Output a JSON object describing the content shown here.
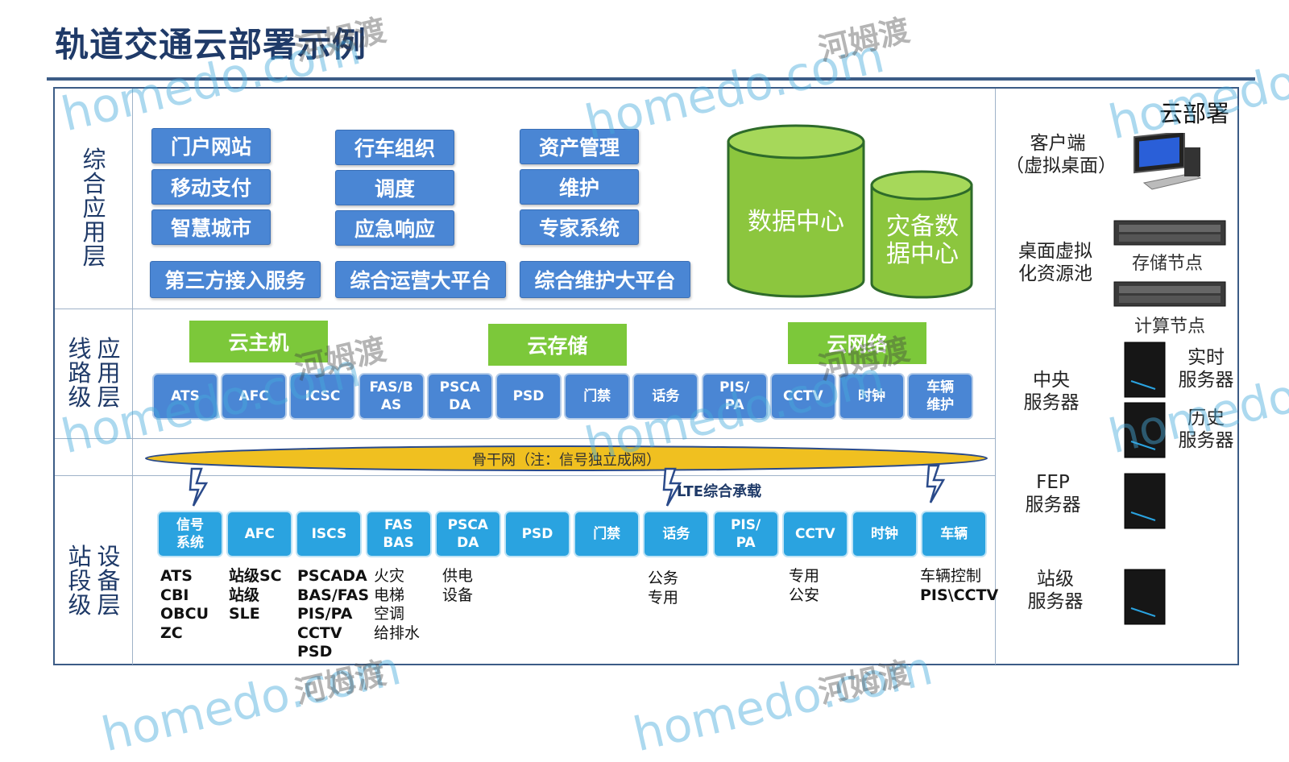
{
  "title": "轨道交通云部署示例",
  "layers": {
    "app": "综合应用层",
    "line_left": "线路级",
    "line_right": "应用层",
    "station_left": "站段级",
    "station_right": "设备层"
  },
  "apps": {
    "col1": [
      "门户网站",
      "移动支付",
      "智慧城市"
    ],
    "col2": [
      "行车组织",
      "调度",
      "应急响应"
    ],
    "col3": [
      "资产管理",
      "维护",
      "专家系统"
    ],
    "platforms": [
      "第三方接入服务",
      "综合运营大平台",
      "综合维护大平台"
    ]
  },
  "datacenters": {
    "main": "数据中心",
    "backup_l1": "灾备数",
    "backup_l2": "据中心"
  },
  "cloud_services": [
    "云主机",
    "云存储",
    "云网络"
  ],
  "line_systems": [
    {
      "l1": "ATS"
    },
    {
      "l1": "AFC"
    },
    {
      "l1": "ICSC"
    },
    {
      "l1": "FAS/B",
      "l2": "AS"
    },
    {
      "l1": "PSCA",
      "l2": "DA"
    },
    {
      "l1": "PSD"
    },
    {
      "l1": "门禁"
    },
    {
      "l1": "话务"
    },
    {
      "l1": "PIS/",
      "l2": "PA"
    },
    {
      "l1": "CCTV"
    },
    {
      "l1": "时钟"
    },
    {
      "l1": "车辆",
      "l2": "维护"
    }
  ],
  "backbone": "骨干网（注：信号独立成网）",
  "lte_label": "LTE综合承载",
  "station_systems": [
    {
      "l1": "信号",
      "l2": "系统"
    },
    {
      "l1": "AFC"
    },
    {
      "l1": "ISCS"
    },
    {
      "l1": "FAS",
      "l2": "BAS"
    },
    {
      "l1": "PSCA",
      "l2": "DA"
    },
    {
      "l1": "PSD"
    },
    {
      "l1": "门禁"
    },
    {
      "l1": "话务"
    },
    {
      "l1": "PIS/",
      "l2": "PA"
    },
    {
      "l1": "CCTV"
    },
    {
      "l1": "时钟"
    },
    {
      "l1": "车辆"
    }
  ],
  "station_details": {
    "signal": [
      "ATS",
      "CBI",
      "OBCU",
      "ZC"
    ],
    "afc": [
      "站级SC",
      "站级",
      "SLE"
    ],
    "iscs": [
      "PSCADA",
      "BAS/FAS",
      "PIS/PA",
      "CCTV",
      "PSD"
    ],
    "fas": [
      "火灾",
      "电梯",
      "空调",
      "给排水"
    ],
    "pscada": [
      "供电",
      "设备"
    ],
    "phone": [
      "公务",
      "专用"
    ],
    "cctv": [
      "专用",
      "公安"
    ],
    "vehicle": [
      "车辆控制",
      "PIS\\CCTV"
    ]
  },
  "right_panel": {
    "title": "云部署",
    "client": [
      "客户端",
      "（虚拟桌面）"
    ],
    "desktop_pool": [
      "桌面虚拟",
      "化资源池"
    ],
    "storage_node": "存储节点",
    "compute_node": "计算节点",
    "central": [
      "中央",
      "服务器"
    ],
    "realtime": [
      "实时",
      "服务器"
    ],
    "history": [
      "历史",
      "服务器"
    ],
    "fep": [
      "FEP",
      "服务器"
    ],
    "station": [
      "站级",
      "服务器"
    ]
  },
  "watermarks": {
    "text": "homedo.com",
    "cn": "河姆渡"
  },
  "colors": {
    "blue_box": "#4a86d4",
    "green": "#7cc83a",
    "teal_box": "#2aa3e0",
    "backbone": "#f0c020",
    "navy": "#1f3a68"
  }
}
